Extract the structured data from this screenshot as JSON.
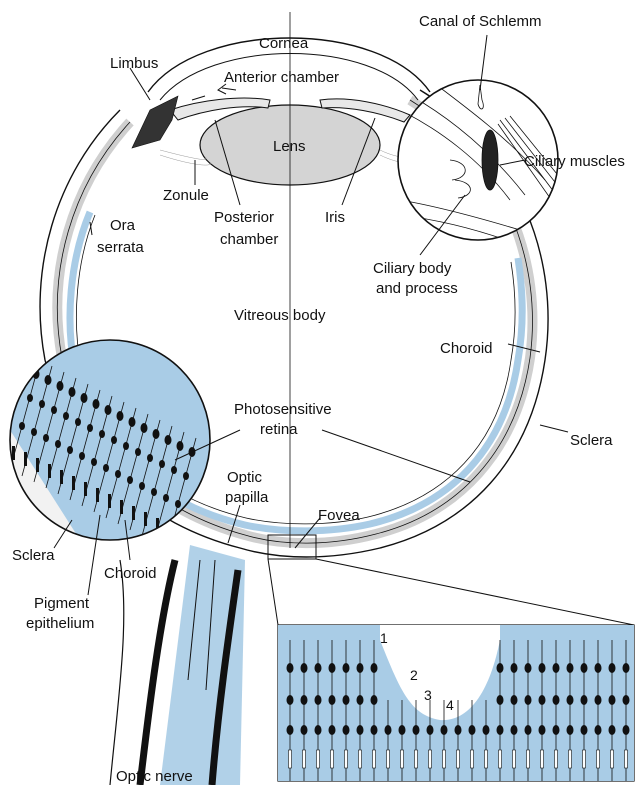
{
  "labels": {
    "cornea": "Cornea",
    "canal_of_schlemm": "Canal of Schlemm",
    "limbus": "Limbus",
    "anterior_chamber": "Anterior chamber",
    "lens": "Lens",
    "ciliary_muscles": "Ciliary muscles",
    "zonule": "Zonule",
    "posterior_chamber_1": "Posterior",
    "posterior_chamber_2": "chamber",
    "iris": "Iris",
    "ora_serrata_1": "Ora",
    "ora_serrata_2": "serrata",
    "ciliary_body_1": "Ciliary body",
    "ciliary_body_2": "and process",
    "vitreous_body": "Vitreous body",
    "choroid_right": "Choroid",
    "photosensitive_retina_1": "Photosensitive",
    "photosensitive_retina_2": "retina",
    "sclera_right": "Sclera",
    "optic_papilla_1": "Optic",
    "optic_papilla_2": "papilla",
    "fovea": "Fovea",
    "sclera_left": "Sclera",
    "choroid_left": "Choroid",
    "pigment_epithelium_1": "Pigment",
    "pigment_epithelium_2": "epithelium",
    "optic_nerve": "Optic nerve"
  },
  "fovea_inset_numbers": [
    "1",
    "2",
    "3",
    "4"
  ],
  "colors": {
    "retina_blue": "#a9cce6",
    "sclera_gray": "#d9d9d9",
    "lens_gray": "#d4d4d4",
    "ink": "#111111"
  }
}
